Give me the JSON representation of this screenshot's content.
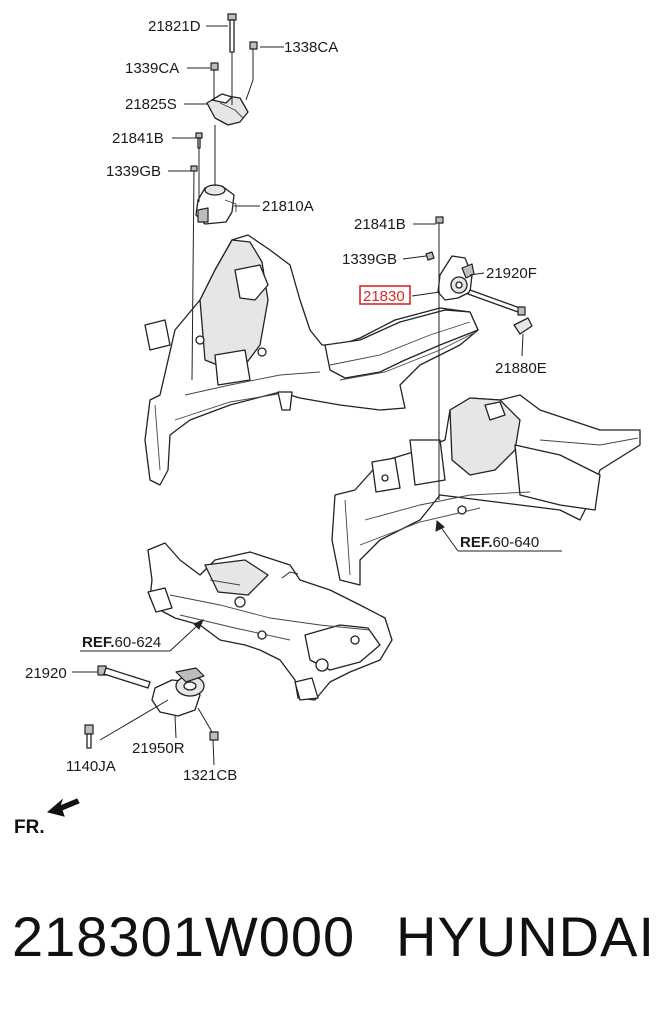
{
  "diagram": {
    "labels": {
      "l_21821D": "21821D",
      "l_1338CA": "1338CA",
      "l_1339CA": "1339CA",
      "l_21825S": "21825S",
      "l_21841B_a": "21841B",
      "l_1339GB_a": "1339GB",
      "l_21810A": "21810A",
      "l_21841B_b": "21841B",
      "l_1339GB_b": "1339GB",
      "l_21830": "21830",
      "l_21920F": "21920F",
      "l_21880E": "21880E",
      "l_21920": "21920",
      "l_21950R": "21950R",
      "l_1140JA": "1140JA",
      "l_1321CB": "1321CB"
    },
    "references": {
      "ref1_prefix": "REF.",
      "ref1_code": "60-640",
      "ref2_prefix": "REF.",
      "ref2_code": "60-624"
    },
    "direction": "FR.",
    "highlight_color": "#d42a2a"
  },
  "footer": {
    "part_number": "218301W000",
    "brand": "HYUNDAI"
  }
}
